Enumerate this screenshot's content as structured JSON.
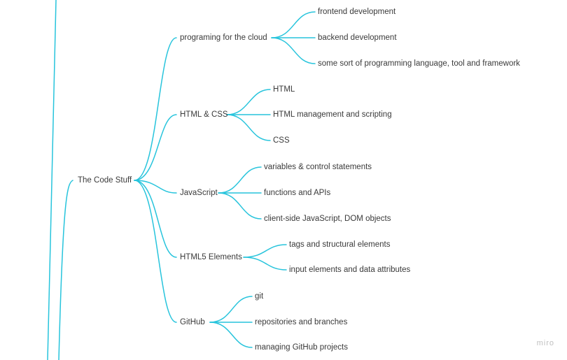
{
  "mindmap": {
    "root": {
      "label": "The Code Stuff"
    },
    "branches": [
      {
        "label": "programing for the cloud",
        "children": [
          "frontend development",
          "backend development",
          "some sort of programming language, tool and framework"
        ]
      },
      {
        "label": "HTML & CSS",
        "children": [
          "HTML",
          "HTML management and scripting",
          "CSS"
        ]
      },
      {
        "label": "JavaScript",
        "children": [
          "variables & control statements",
          "functions and APIs",
          "client-side JavaScript, DOM objects"
        ]
      },
      {
        "label": "HTML5 Elements",
        "children": [
          "tags and structural elements",
          "input elements and data attributes"
        ]
      },
      {
        "label": "GitHub",
        "children": [
          "git",
          "repositories and branches",
          "managing GitHub projects"
        ]
      }
    ]
  },
  "branding": {
    "watermark": "miro"
  },
  "colors": {
    "connector": "#27c4dc",
    "text": "#3a3a3a",
    "watermark": "#bfbfbf"
  }
}
